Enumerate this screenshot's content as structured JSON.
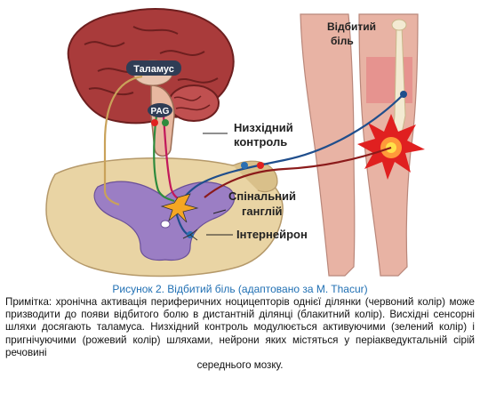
{
  "labels": {
    "thalamus": "Таламус",
    "pag": "PAG",
    "descending_control_line1": "Низхідний",
    "descending_control_line2": "контроль",
    "spinal_ganglion_line1": "Спінальний",
    "spinal_ganglion_line2": "ганглій",
    "interneuron": "Інтернейрон",
    "referred_pain_line1": "Відбитий",
    "referred_pain_line2": "біль"
  },
  "caption": "Рисунок 2. Відбитий біль (адаптовано за M. Thacur)",
  "note": {
    "lead": "Примітка:",
    "body": "хронічна активація периферичних ноцицепторів однієї ділянки (червоний колір) може призводити до появи відбитого болю в дистантній ділянці (блакитний колір). Висхідні сенсорні шляхи досягають таламуса. Низхідний контроль модулюється активуючими (зелений колір) і пригнічуючими (рожевий колір) шляхами, нейрони яких містяться у періакведуктальній сірій речовині",
    "last": "середнього мозку."
  },
  "colors": {
    "caption": "#1f6fb3",
    "ascending_path": "#c9a25a",
    "activating_path": "#2e8b3d",
    "inhibitory_path": "#c2185b",
    "referred_path": "#1f4e8c",
    "nociceptor_path": "#8b1a1a",
    "pain_burst": "#e02020"
  }
}
